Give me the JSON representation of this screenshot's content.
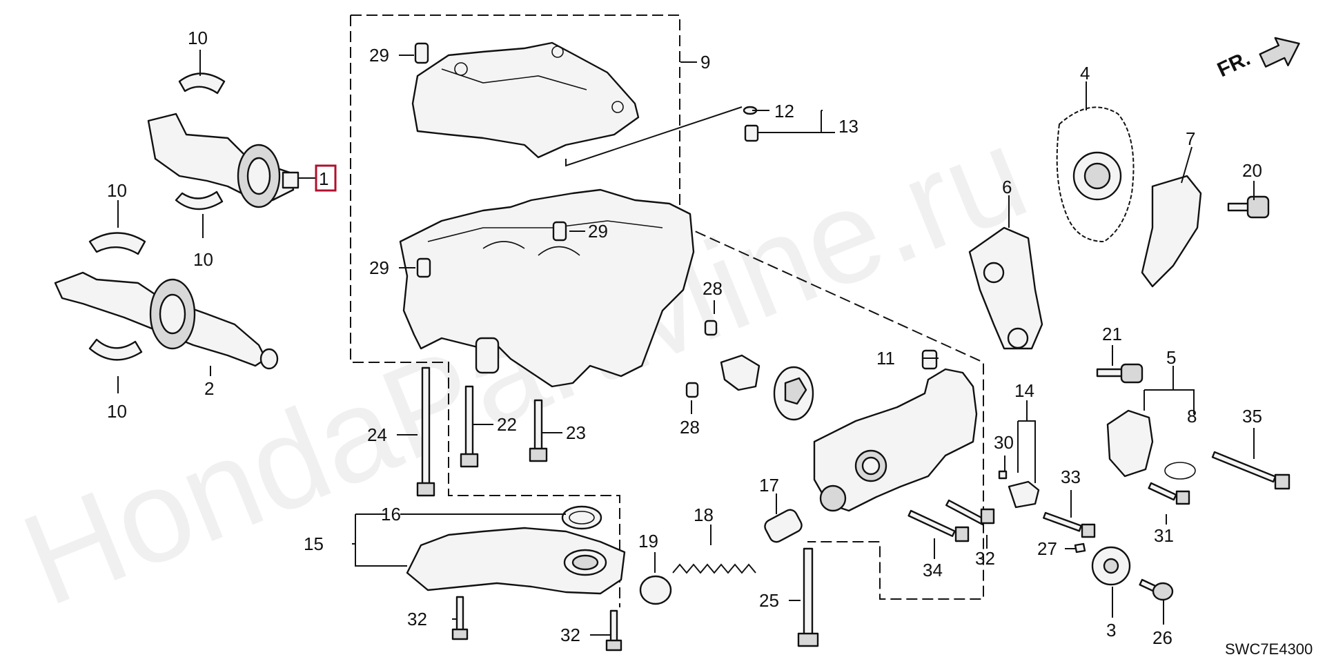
{
  "diagram": {
    "watermark": "HondaPartMine.ru",
    "diagram_code": "SWC7E4300",
    "direction_label": "FR.",
    "highlighted_callout": "1",
    "callouts": {
      "c1": "1",
      "c2": "2",
      "c3": "3",
      "c4": "4",
      "c5": "5",
      "c6": "6",
      "c7": "7",
      "c8": "8",
      "c9": "9",
      "c10a": "10",
      "c10b": "10",
      "c10c": "10",
      "c10d": "10",
      "c11": "11",
      "c12": "12",
      "c13": "13",
      "c14": "14",
      "c15": "15",
      "c16": "16",
      "c17": "17",
      "c18": "18",
      "c19": "19",
      "c20": "20",
      "c21": "21",
      "c22": "22",
      "c23": "23",
      "c24": "24",
      "c25": "25",
      "c26": "26",
      "c27": "27",
      "c28a": "28",
      "c28b": "28",
      "c29a": "29",
      "c29b": "29",
      "c29c": "29",
      "c30": "30",
      "c31": "31",
      "c32a": "32",
      "c32b": "32",
      "c32c": "32",
      "c33": "33",
      "c34": "34",
      "c35": "35"
    }
  }
}
